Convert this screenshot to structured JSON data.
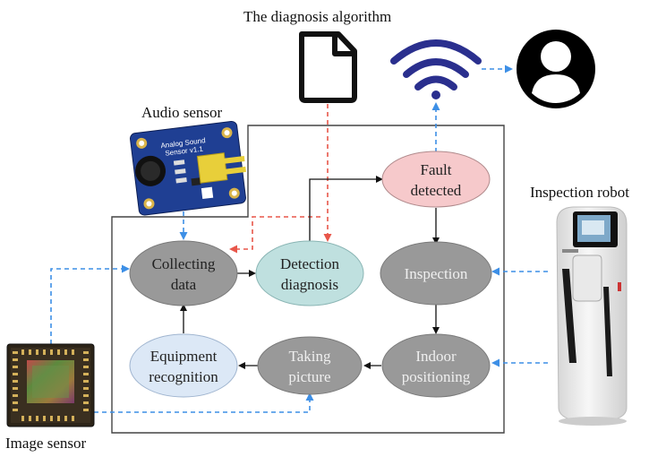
{
  "labels": {
    "algorithm": "The diagnosis algorithm",
    "audio_sensor": "Audio sensor",
    "inspection_robot": "Inspection robot",
    "image_sensor": "Image sensor"
  },
  "audio_board_text": {
    "line1": "Analog Sound",
    "line2": "Sensor v1.1"
  },
  "nodes": {
    "fault": [
      "Fault",
      "detected"
    ],
    "collecting": [
      "Collecting",
      "data"
    ],
    "detection": [
      "Detection",
      "diagnosis"
    ],
    "inspection": [
      "Inspection"
    ],
    "equipment": [
      "Equipment",
      "recognition"
    ],
    "taking": [
      "Taking",
      "picture"
    ],
    "indoor": [
      "Indoor",
      "positioning"
    ]
  },
  "colors": {
    "gray_node": "#999999",
    "fault_node": "#f6c9cb",
    "detection_node": "#bfe0df",
    "equipment_node": "#dce8f6",
    "wifi": "#2a2f8e",
    "blue_dashed": "#3d8fe6",
    "red_dashed": "#e8564a",
    "audio_board": "#1f3f93"
  },
  "icons": [
    "document-icon",
    "wifi-icon",
    "user-icon"
  ]
}
